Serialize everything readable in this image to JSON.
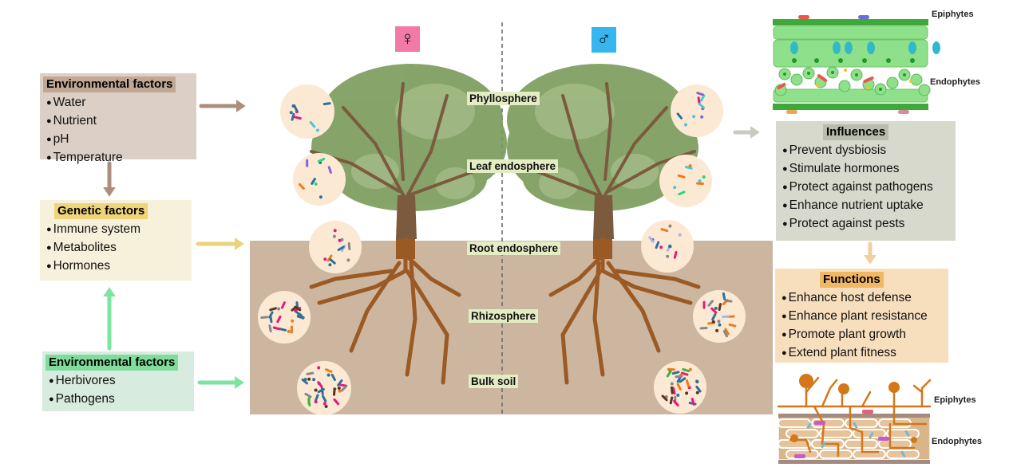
{
  "left_panel": {
    "environmental_abiotic": {
      "title": "Environmental factors",
      "items": [
        "Water",
        "Nutrient",
        "pH",
        "Temperature"
      ]
    },
    "genetic": {
      "title": "Genetic factors",
      "items": [
        "Immune system",
        "Metabolites",
        "Hormones"
      ]
    },
    "environmental_biotic": {
      "title": "Environmental factors",
      "items": [
        "Herbivores",
        "Pathogens"
      ]
    }
  },
  "center": {
    "female_symbol": "♀",
    "male_symbol": "♂",
    "regions": [
      "Phyllosphere",
      "Leaf endosphere",
      "Root endosphere",
      "Rhizosphere",
      "Bulk soil"
    ]
  },
  "right_panel": {
    "leaf_illustration": {
      "top_label": "Epiphytes",
      "bottom_label": "Endophytes"
    },
    "influences": {
      "title": "Influences",
      "items": [
        "Prevent dysbiosis",
        "Stimulate hormones",
        "Protect against pathogens",
        "Enhance nutrient uptake",
        "Protect against pests"
      ]
    },
    "functions": {
      "title": "Functions",
      "items": [
        "Enhance host defense",
        "Enhance plant resistance",
        "Promote plant growth",
        "Extend plant fitness"
      ]
    },
    "root_illustration": {
      "top_label": "Epiphytes",
      "bottom_label": "Endophytes"
    }
  },
  "colors": {
    "female": "#f27aa7",
    "male": "#37b5f0",
    "soil": "#cdb6a0",
    "env_abiotic_arrow": "#ab8f7c",
    "genetic_arrow": "#e8d47a",
    "biotic_arrow": "#7de3a0",
    "influence_arrow": "#c9cbc0",
    "function_arrow": "#f2cf9f"
  }
}
